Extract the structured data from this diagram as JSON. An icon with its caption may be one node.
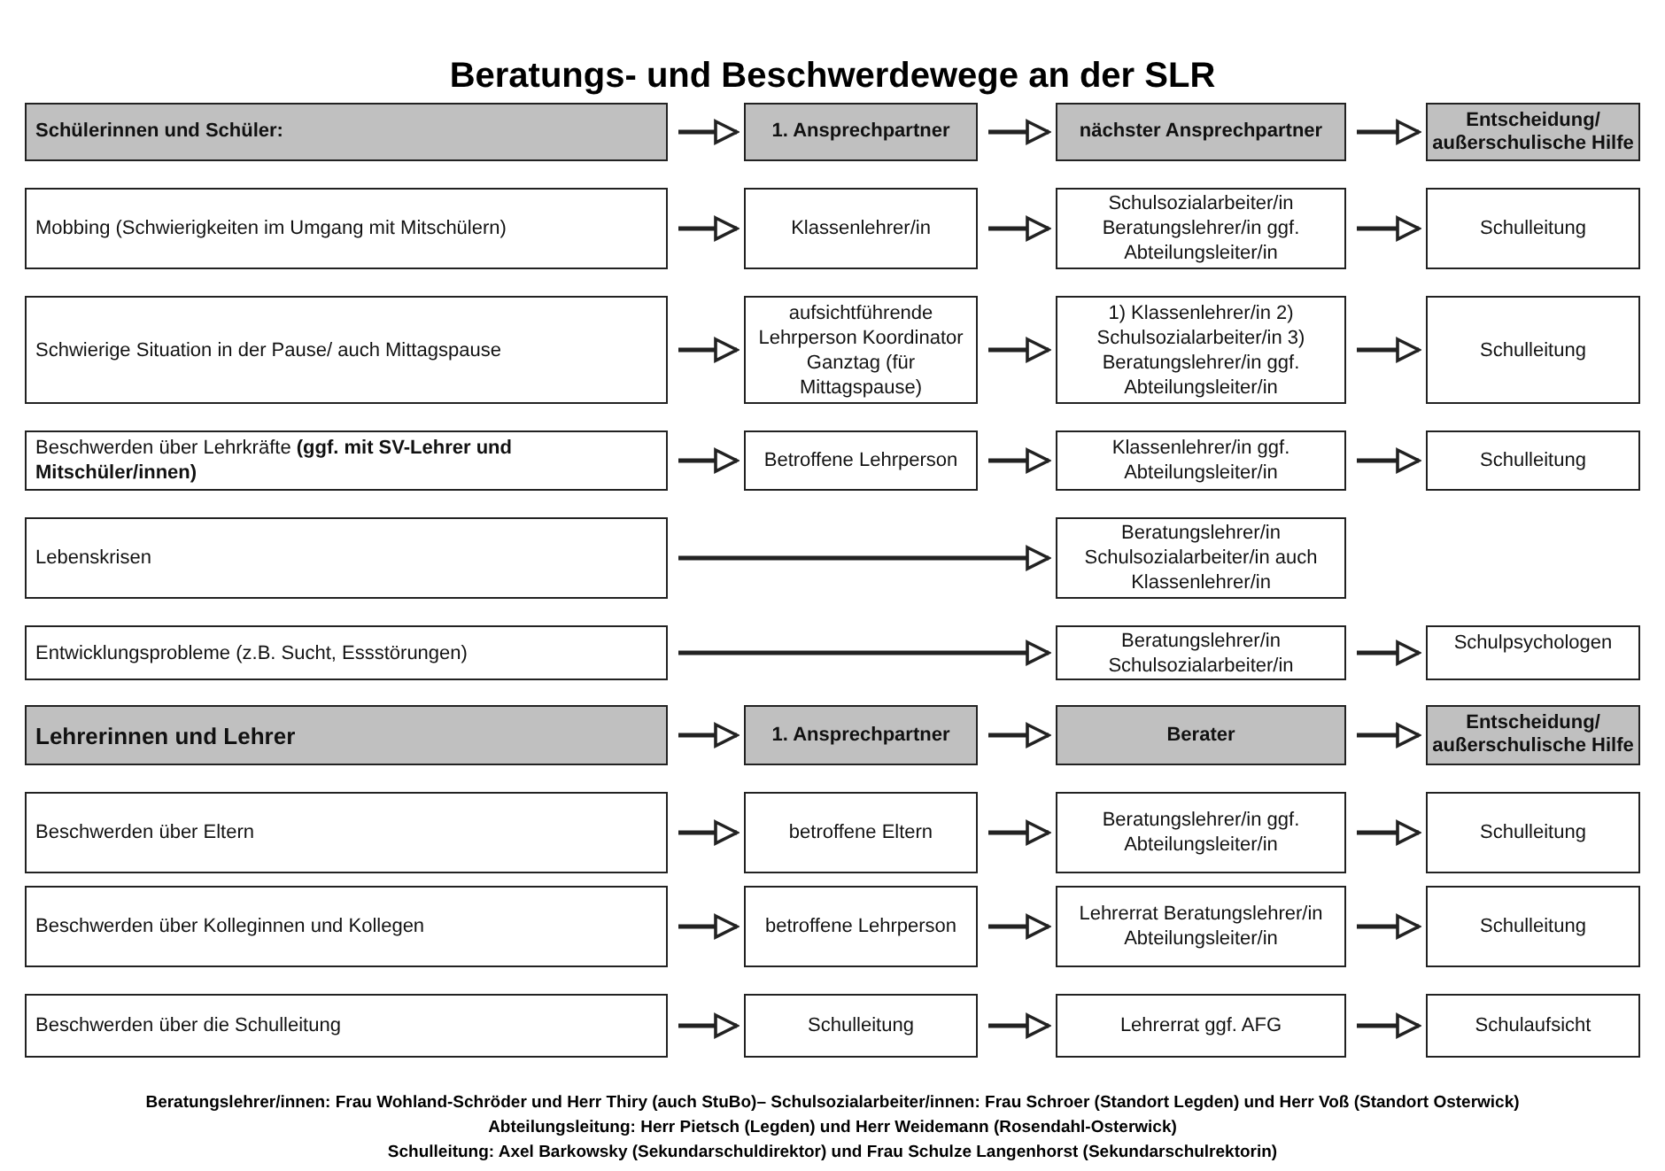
{
  "diagram": {
    "title": "Beratungs- und Beschwerdewege an der SLR",
    "nodes": [
      {
        "text": [
          "Schülerinnen und Schüler:"
        ]
      },
      {
        "text": [
          "1. Ansprechpartner"
        ]
      },
      {
        "text": [
          "nächster Ansprechpartner"
        ]
      },
      {
        "text": [
          "Entscheidung/ außerschulische Hilfe"
        ]
      },
      {
        "text": [
          "Mobbing (Schwierigkeiten im Umgang mit Mitschülern)"
        ]
      },
      {
        "text": [
          "Klassenlehrer/in"
        ]
      },
      {
        "text": [
          "Schulsozialarbeiter/in Beratungslehrer/in ggf. Abteilungsleiter/in"
        ]
      },
      {
        "text": [
          "Schulleitung"
        ]
      },
      {
        "text": [
          "Schwierige Situation in der Pause/ auch Mittagspause"
        ]
      },
      {
        "text": [
          "aufsichtführende Lehrperson Koordinator Ganztag (für Mittagspause)"
        ]
      },
      {
        "text": [
          "1) Klassenlehrer/in 2) Schulsozialarbeiter/in 3) Beratungslehrer/in ggf. Abteilungsleiter/in"
        ]
      },
      {
        "text": [
          "Schulleitung"
        ]
      },
      {
        "text": [
          "Beschwerden über Lehrkräfte **(ggf. mit SV-Lehrer und Mitschüler/innen)**"
        ]
      },
      {
        "text": [
          "Betroffene Lehrperson"
        ]
      },
      {
        "text": [
          "Klassenlehrer/in ggf. Abteilungsleiter/in"
        ]
      },
      {
        "text": [
          "Schulleitung"
        ]
      },
      {
        "text": [
          "Lebenskrisen"
        ]
      },
      {
        "text": [
          "Beratungslehrer/in Schulsozialarbeiter/in auch Klassenlehrer/in"
        ]
      },
      {
        "text": [
          "Entwicklungsprobleme (z.B. Sucht, Essstörungen)"
        ]
      },
      {
        "text": [
          "Beratungslehrer/in Schulsozialarbeiter/in"
        ]
      },
      {
        "text": [
          "Schulpsychologen"
        ]
      },
      {
        "text": [
          "Lehrerinnen und Lehrer"
        ]
      },
      {
        "text": [
          "1. Ansprechpartner"
        ]
      },
      {
        "text": [
          "Berater"
        ]
      },
      {
        "text": [
          "Entscheidung/ außerschulische Hilfe"
        ]
      },
      {
        "text": [
          "Beschwerden über Eltern"
        ]
      },
      {
        "text": [
          "betroffene Eltern"
        ]
      },
      {
        "text": [
          "Beratungslehrer/in ggf. Abteilungsleiter/in"
        ]
      },
      {
        "text": [
          "Schulleitung"
        ]
      },
      {
        "text": [
          "Beschwerden über Kolleginnen und Kollegen"
        ]
      },
      {
        "text": [
          "betroffene Lehrperson"
        ]
      },
      {
        "text": [
          "Lehrerrat Beratungslehrer/in Abteilungsleiter/in"
        ]
      },
      {
        "text": [
          "Schulleitung"
        ]
      },
      {
        "text": [
          "Beschwerden über die Schulleitung"
        ]
      },
      {
        "text": [
          "Schulleitung"
        ]
      },
      {
        "text": [
          "Lehrerrat ggf. AFG"
        ]
      },
      {
        "text": [
          "Schulaufsicht"
        ]
      }
    ],
    "edges": [
      {
        "from": 0,
        "to": 1,
        "arrow": "to"
      },
      {
        "from": 1,
        "to": 2,
        "arrow": "to"
      },
      {
        "from": 2,
        "to": 3,
        "arrow": "to"
      },
      {
        "from": 4,
        "to": 5,
        "arrow": "to"
      },
      {
        "from": 5,
        "to": 6,
        "arrow": "to"
      },
      {
        "from": 6,
        "to": 7,
        "arrow": "to"
      },
      {
        "from": 8,
        "to": 9,
        "arrow": "to"
      },
      {
        "from": 9,
        "to": 10,
        "arrow": "to"
      },
      {
        "from": 10,
        "to": 11,
        "arrow": "to"
      },
      {
        "from": 12,
        "to": 13,
        "arrow": "to"
      },
      {
        "from": 13,
        "to": 14,
        "arrow": "to"
      },
      {
        "from": 14,
        "to": 15,
        "arrow": "to"
      },
      {
        "from": 16,
        "to": 17,
        "arrow": "to"
      },
      {
        "from": 18,
        "to": 19,
        "arrow": "to"
      },
      {
        "from": 19,
        "to": 20,
        "arrow": "to"
      },
      {
        "from": 21,
        "to": 22,
        "arrow": "to"
      },
      {
        "from": 22,
        "to": 23,
        "arrow": "to"
      },
      {
        "from": 23,
        "to": 24,
        "arrow": "to"
      },
      {
        "from": 25,
        "to": 26,
        "arrow": "to"
      },
      {
        "from": 26,
        "to": 27,
        "arrow": "to"
      },
      {
        "from": 27,
        "to": 28,
        "arrow": "to"
      },
      {
        "from": 29,
        "to": 30,
        "arrow": "to"
      },
      {
        "from": 30,
        "to": 31,
        "arrow": "to"
      },
      {
        "from": 31,
        "to": 32,
        "arrow": "to"
      },
      {
        "from": 33,
        "to": 34,
        "arrow": "to"
      },
      {
        "from": 34,
        "to": 35,
        "arrow": "to"
      },
      {
        "from": 35,
        "to": 36,
        "arrow": "to"
      }
    ],
    "labels": [
      "Beratungslehrer/innen: Frau Wohland-Schröder und Herr Thiry (auch StuBo)– Schulsozialarbeiter/innen: Frau Schroer (Standort Legden) und Herr Voß (Standort Osterwick)",
      "Abteilungsleitung: Herr Pietsch (Legden) und Herr Weidemann (Rosendahl-Osterwick)",
      "Schulleitung: Axel Barkowsky (Sekundarschuldirektor) und Frau Schulze Langenhorst (Sekundarschulrektorin)"
    ]
  }
}
